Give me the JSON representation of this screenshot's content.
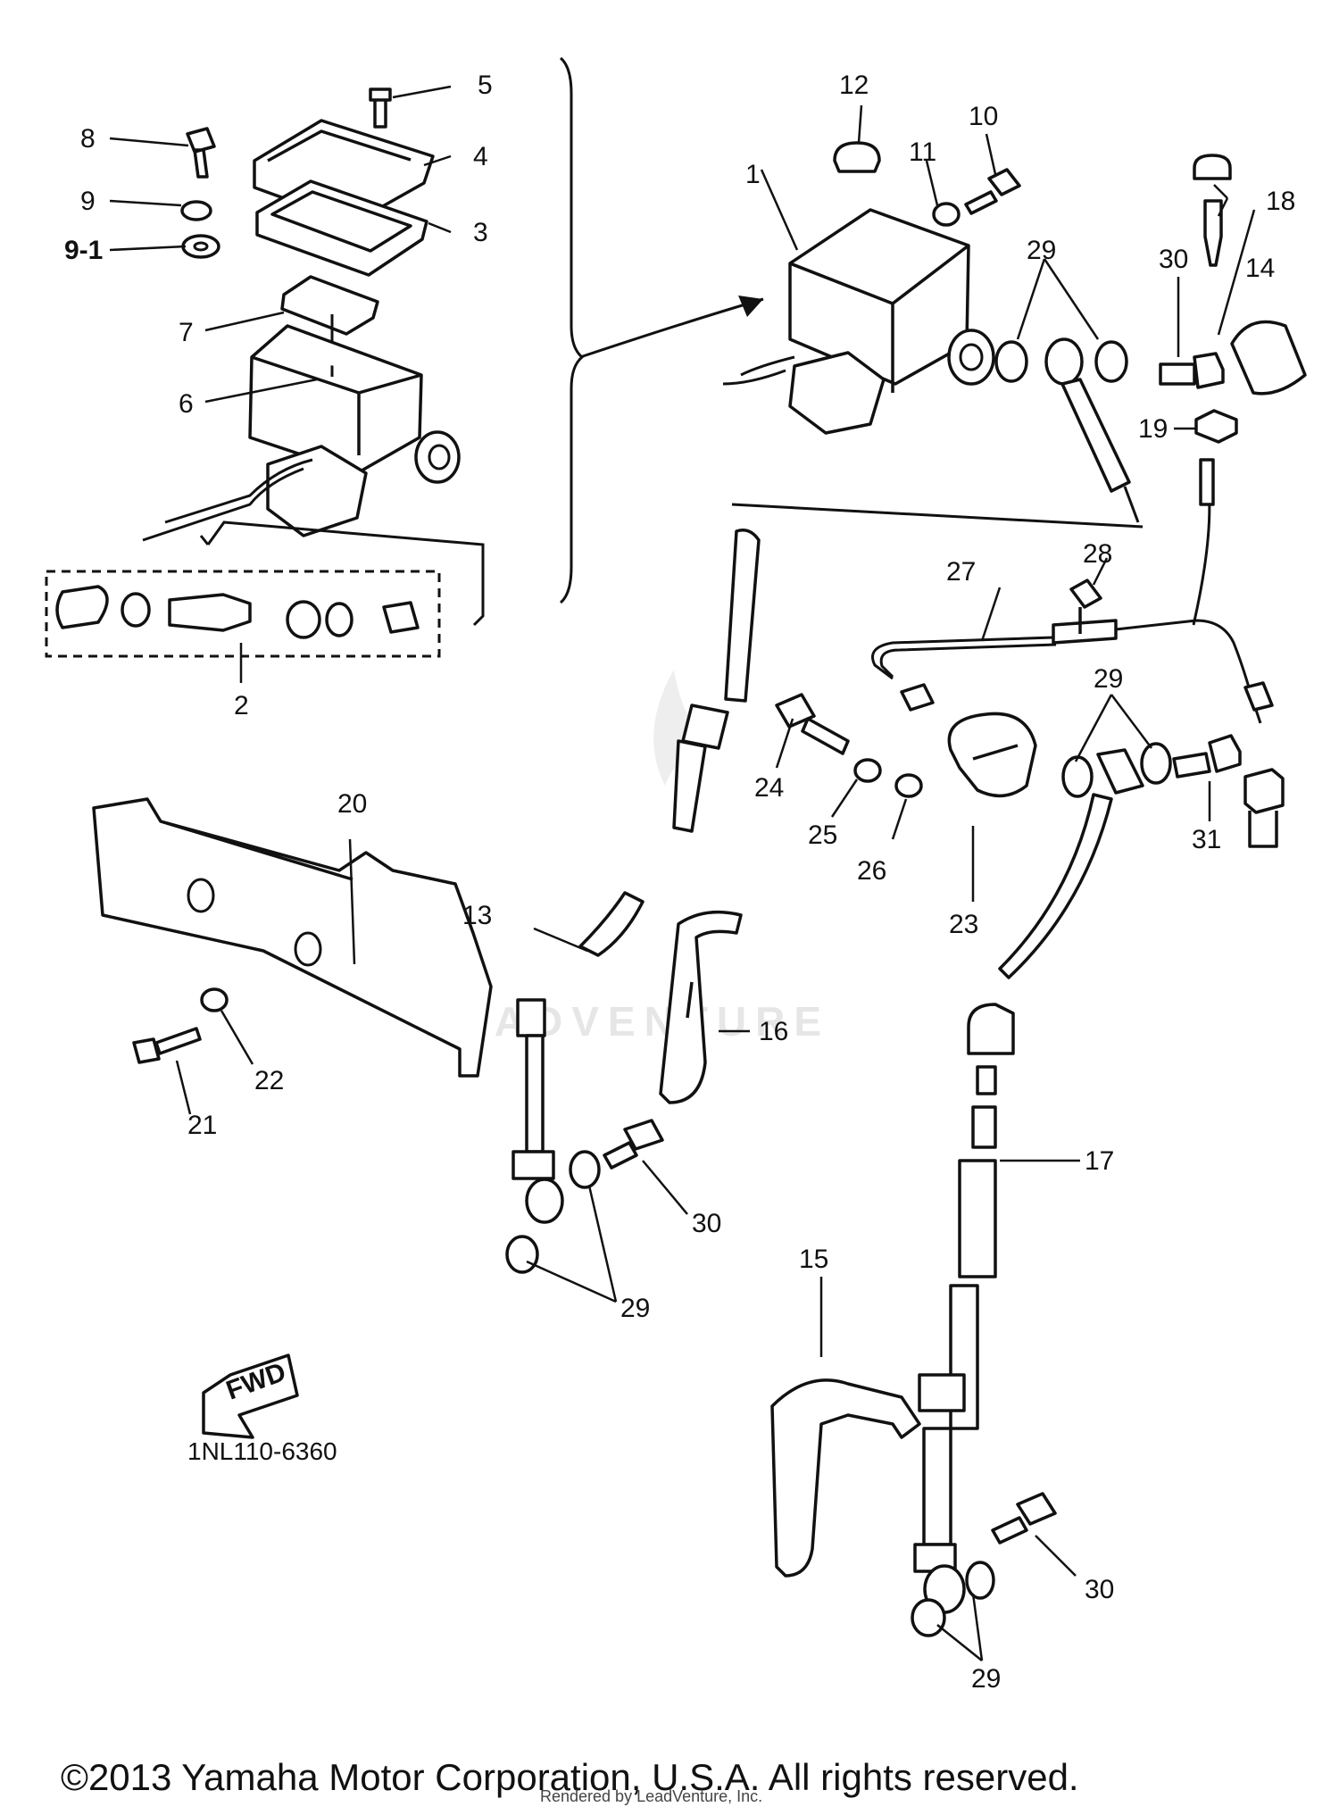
{
  "labels": {
    "l1": "1",
    "l2": "2",
    "l3": "3",
    "l4": "4",
    "l5": "5",
    "l6": "6",
    "l7": "7",
    "l8": "8",
    "l9": "9",
    "l9_1": "9-1",
    "l10": "10",
    "l11": "11",
    "l12": "12",
    "l13": "13",
    "l14": "14",
    "l15": "15",
    "l16": "16",
    "l17": "17",
    "l18": "18",
    "l19": "19",
    "l20": "20",
    "l21": "21",
    "l22": "22",
    "l23": "23",
    "l24": "24",
    "l25": "25",
    "l26": "26",
    "l27": "27",
    "l28": "28",
    "l29": "29",
    "l30": "30",
    "l31": "31"
  },
  "fwd_label": "FWD",
  "diagram_code": "1NL110-6360",
  "watermark": "LEADVENTURE",
  "copyright": "©2013 Yamaha Motor Corporation, U.S.A. All rights reserved.",
  "rendered_by": "Rendered by LeadVenture, Inc."
}
